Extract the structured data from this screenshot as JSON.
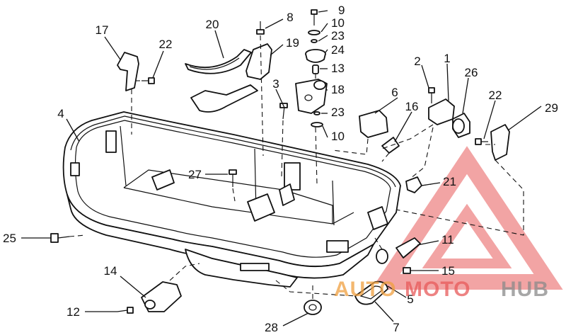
{
  "diagram": {
    "callouts": [
      {
        "id": "c1",
        "label": "1"
      },
      {
        "id": "c2",
        "label": "2"
      },
      {
        "id": "c3",
        "label": "3"
      },
      {
        "id": "c4",
        "label": "4"
      },
      {
        "id": "c5",
        "label": "5"
      },
      {
        "id": "c6",
        "label": "6"
      },
      {
        "id": "c7",
        "label": "7"
      },
      {
        "id": "c8",
        "label": "8"
      },
      {
        "id": "c9",
        "label": "9"
      },
      {
        "id": "c10a",
        "label": "10"
      },
      {
        "id": "c10b",
        "label": "10"
      },
      {
        "id": "c11",
        "label": "11"
      },
      {
        "id": "c12",
        "label": "12"
      },
      {
        "id": "c13",
        "label": "13"
      },
      {
        "id": "c14",
        "label": "14"
      },
      {
        "id": "c15",
        "label": "15"
      },
      {
        "id": "c16",
        "label": "16"
      },
      {
        "id": "c17",
        "label": "17"
      },
      {
        "id": "c18",
        "label": "18"
      },
      {
        "id": "c19",
        "label": "19"
      },
      {
        "id": "c20",
        "label": "20"
      },
      {
        "id": "c21",
        "label": "21"
      },
      {
        "id": "c22a",
        "label": "22"
      },
      {
        "id": "c22b",
        "label": "22"
      },
      {
        "id": "c23a",
        "label": "23"
      },
      {
        "id": "c23b",
        "label": "23"
      },
      {
        "id": "c24",
        "label": "24"
      },
      {
        "id": "c25",
        "label": "25"
      },
      {
        "id": "c26",
        "label": "26"
      },
      {
        "id": "c27",
        "label": "27"
      },
      {
        "id": "c28",
        "label": "28"
      },
      {
        "id": "c29",
        "label": "29"
      }
    ]
  },
  "watermark": {
    "part1": "AUTO",
    "part2": "MOTO",
    "part3": "HUB",
    "color_red": "#e85a5a",
    "color_orange": "#f0a040",
    "color_gray": "#8a8a8a"
  }
}
